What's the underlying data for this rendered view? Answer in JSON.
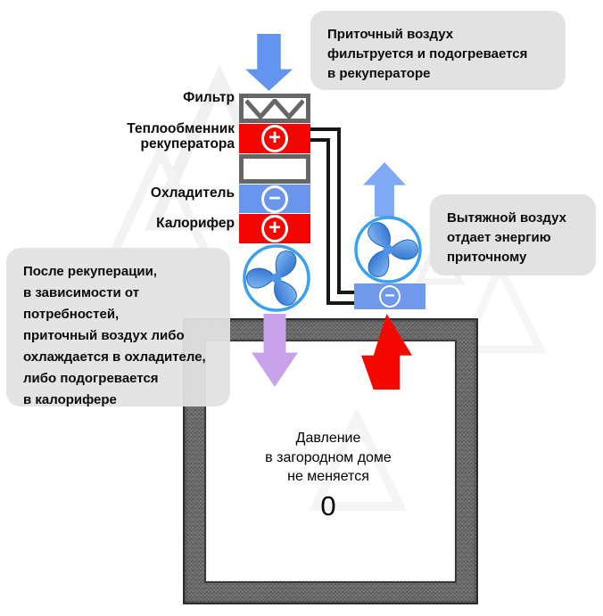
{
  "callouts": {
    "supply": {
      "lines": [
        "Приточный воздух",
        "фильтруется и подогревается",
        "в рекуператоре"
      ]
    },
    "exhaust": {
      "lines": [
        "Вытяжной воздух",
        "отдает энергию",
        "приточному"
      ]
    },
    "after_recuperation": {
      "lines": [
        "После рекуперации,",
        "в зависимости от",
        "потребностей,",
        "приточный воздух либо",
        "охлаждается в охладителе,",
        "либо подогревается",
        "в калорифере"
      ]
    }
  },
  "components": {
    "filter": {
      "label": "Фильтр"
    },
    "recuperator": {
      "label_line1": "Теплообменник",
      "label_line2": "рекуператора",
      "sign": "+"
    },
    "cooler": {
      "label": "Охладитель",
      "sign": "−"
    },
    "heater": {
      "label": "Калорифер",
      "sign": "+"
    },
    "exhaust_unit": {
      "sign": "−"
    }
  },
  "house": {
    "pressure_lines": [
      "Давление",
      "в загородном доме",
      "не меняется"
    ],
    "pressure_value": "0"
  },
  "icons": {
    "supply_air_arrow": "arrow-down-icon",
    "exhaust_air_arrow": "arrow-up-icon",
    "supply_into_house_arrow": "arrow-down-icon",
    "exhaust_from_house_arrow": "arrow-up-icon",
    "supply_fan": "fan-icon",
    "exhaust_fan": "fan-icon",
    "filter_media": "zigzag-icon",
    "watermark": "triangle-watermark"
  },
  "colors": {
    "supply_arrow_blue": "#6495EE",
    "exhaust_arrow_blue": "#7FA9F2",
    "hot_red": "#F30500",
    "cooler_blue": "#6A95EC",
    "exhaust_unit_blue": "#7099EB",
    "purple_arrow": "#C8A2EA",
    "red_arrow": "#F50800",
    "callout_bg": "#E2E2E2",
    "wall_gray": "#6E6E6E",
    "fan_ring_blue": "#39A0F2",
    "pipe_black": "#161616"
  }
}
